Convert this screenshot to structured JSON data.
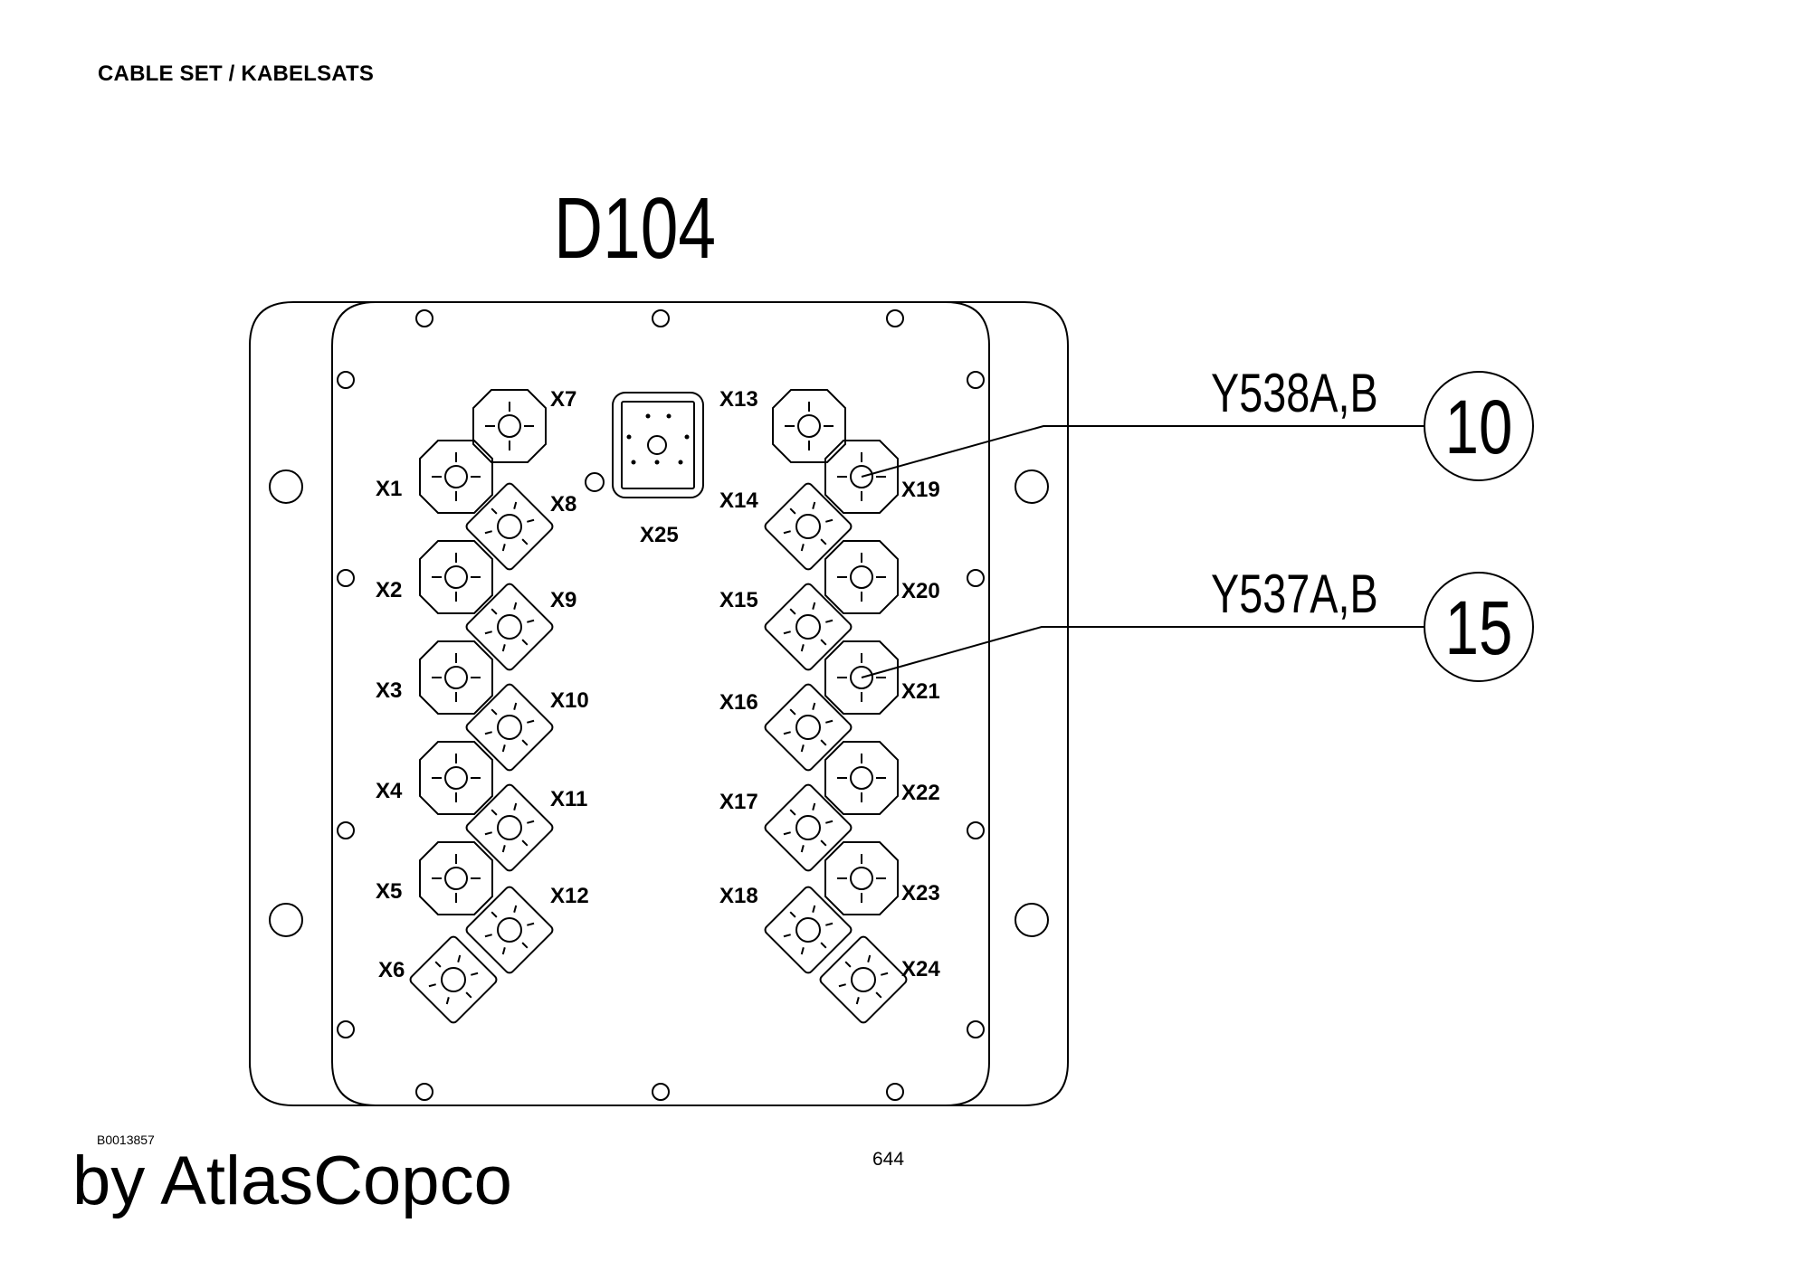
{
  "header": {
    "title": "CABLE SET / KABELSATS"
  },
  "drawing": {
    "title": "D104",
    "connectors": [
      {
        "id": "X1",
        "shape": "octagon"
      },
      {
        "id": "X2",
        "shape": "octagon"
      },
      {
        "id": "X3",
        "shape": "octagon"
      },
      {
        "id": "X4",
        "shape": "octagon"
      },
      {
        "id": "X5",
        "shape": "octagon"
      },
      {
        "id": "X6",
        "shape": "diamond"
      },
      {
        "id": "X7",
        "shape": "octagon"
      },
      {
        "id": "X8",
        "shape": "diamond"
      },
      {
        "id": "X9",
        "shape": "diamond"
      },
      {
        "id": "X10",
        "shape": "diamond"
      },
      {
        "id": "X11",
        "shape": "diamond"
      },
      {
        "id": "X12",
        "shape": "diamond"
      },
      {
        "id": "X13",
        "shape": "octagon"
      },
      {
        "id": "X14",
        "shape": "diamond"
      },
      {
        "id": "X15",
        "shape": "diamond"
      },
      {
        "id": "X16",
        "shape": "diamond"
      },
      {
        "id": "X17",
        "shape": "diamond"
      },
      {
        "id": "X18",
        "shape": "diamond"
      },
      {
        "id": "X19",
        "shape": "octagon"
      },
      {
        "id": "X20",
        "shape": "octagon"
      },
      {
        "id": "X21",
        "shape": "octagon"
      },
      {
        "id": "X22",
        "shape": "octagon"
      },
      {
        "id": "X23",
        "shape": "octagon"
      },
      {
        "id": "X24",
        "shape": "diamond"
      },
      {
        "id": "X25",
        "shape": "rectangular"
      }
    ],
    "callouts": [
      {
        "label": "Y538A,B",
        "item": "10",
        "connector": "X19"
      },
      {
        "label": "Y537A,B",
        "item": "15",
        "connector": "X21"
      }
    ]
  },
  "footer": {
    "doc_id": "B0013857",
    "page_number": "644",
    "brand": "by AtlasCopco"
  }
}
